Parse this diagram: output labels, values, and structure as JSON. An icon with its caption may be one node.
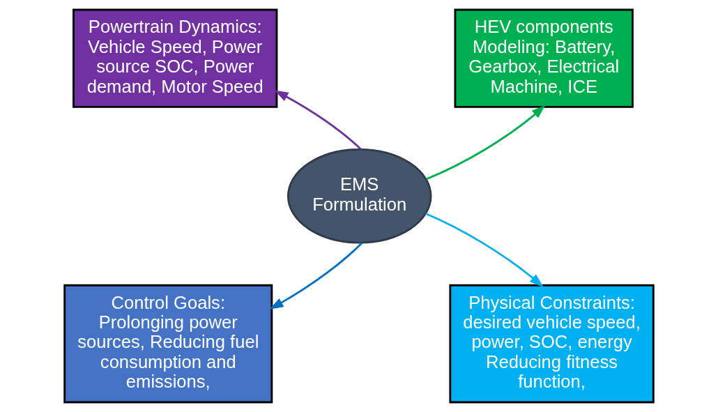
{
  "diagram": {
    "nodes": [
      {
        "text": [
          "EMS Formulation"
        ]
      },
      {
        "text": [
          "Powertrain Dynamics: Vehicle Speed, Power source SOC, Power demand, Motor Speed"
        ]
      },
      {
        "text": [
          "HEV components Modeling: Battery, Gearbox, Electrical Machine, ICE"
        ]
      },
      {
        "text": [
          "Control Goals: Prolonging power sources, Reducing fuel consumption and emissions,"
        ]
      },
      {
        "text": [
          "Physical Constraints: desired vehicle speed, power, SOC, energy Reducing fitness function,"
        ]
      }
    ],
    "edges": [
      {
        "from": 0,
        "to": 1,
        "arrow": "to",
        "color": "#7030a0"
      },
      {
        "from": 0,
        "to": 2,
        "arrow": "to",
        "color": "#00b050"
      },
      {
        "from": 0,
        "to": 3,
        "arrow": "to",
        "color": "#0070c0"
      },
      {
        "from": 0,
        "to": 4,
        "arrow": "to",
        "color": "#00b0f0"
      }
    ]
  }
}
